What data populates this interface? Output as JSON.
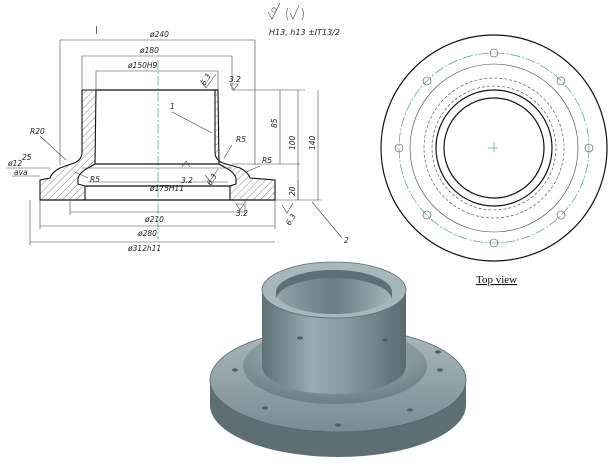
{
  "section_view": {
    "section_mark": "|",
    "surface_finish": "H13, h13 ±IT13/2",
    "dims": {
      "d240": "ø240",
      "d180": "ø180",
      "d150": "ø150H9",
      "d175": "ø175H11",
      "d210": "ø210",
      "d280": "ø280",
      "d312": "ø312h11",
      "d12": "ø12",
      "d25": "25",
      "h85": "85",
      "h100": "100",
      "h140": "140",
      "h20": "20",
      "r20": "R20",
      "r5_top": "R5",
      "r5_right": "R5",
      "r5_left": "R5",
      "ra32_a": "3.2",
      "ra32_b": "3.2",
      "ra32_c": "3.2",
      "ra63_a": "6.3",
      "ra63_b": "6.3",
      "ra63_c": "6.3",
      "callout1": "1",
      "callout2": "2",
      "ava": "ava"
    }
  },
  "top_view": {
    "caption": "Top view"
  },
  "colors": {
    "line": "#111111",
    "centerline": "#3a8f6a",
    "hatch": "#555555",
    "part": "#7f9197"
  }
}
